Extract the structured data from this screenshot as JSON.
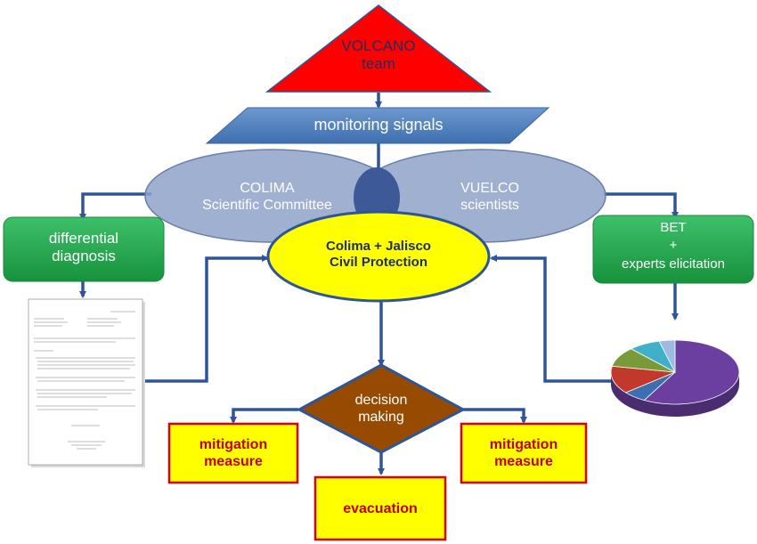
{
  "nodes": {
    "volcano_team": "VOLCANO\nteam",
    "monitoring_signals": "monitoring signals",
    "colima_committee": "COLIMA\nScientific Committee",
    "vuelco_scientists": "VUELCO\nscientists",
    "civil_protection": "Colima + Jalisco\nCivil Protection",
    "differential_diagnosis": "differential\ndiagnosis",
    "bet_experts": "BET\n+\nexperts elicitation",
    "decision_making": "decision\nmaking",
    "mitigation_left": "mitigation\nmeasure",
    "mitigation_right": "mitigation\nmeasure",
    "evacuation": "evacuation"
  },
  "pie_chart": {
    "slices": [
      {
        "color": "#6b3fa0",
        "value": 0.58
      },
      {
        "color": "#3d6fb0",
        "value": 0.06
      },
      {
        "color": "#c0392b",
        "value": 0.14
      },
      {
        "color": "#7a9a3a",
        "value": 0.1
      },
      {
        "color": "#3fb0c8",
        "value": 0.08
      },
      {
        "color": "#9bbbe0",
        "value": 0.04
      }
    ]
  },
  "colors": {
    "arrow": "#2f5597",
    "volcano": "#ff0000",
    "monitoring": "#4f81bd",
    "ellipse": "#8ea2c8",
    "civil": "#ffff00",
    "green_box": "#21a84a",
    "diamond": "#964b00",
    "yellow_box": "#ffff00"
  }
}
